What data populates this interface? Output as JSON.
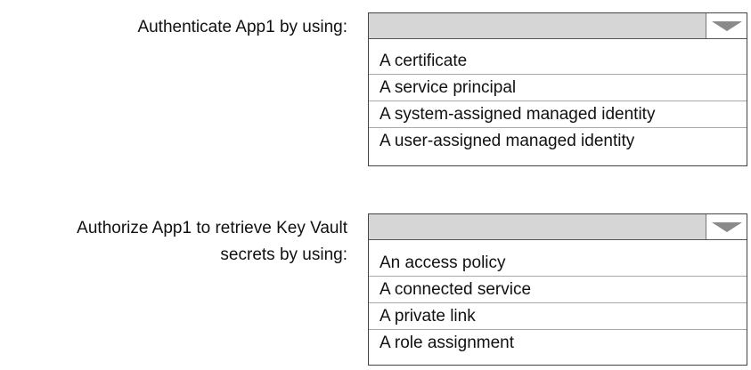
{
  "questions": [
    {
      "label_lines": [
        "Authenticate App1 by using:"
      ],
      "options": [
        "A certificate",
        "A service principal",
        "A system-assigned managed identity",
        "A user-assigned managed identity"
      ]
    },
    {
      "label_lines": [
        "Authorize App1 to retrieve Key Vault",
        "secrets by using:"
      ],
      "options": [
        "An access policy",
        "A connected service",
        "A private link",
        "A role assignment"
      ]
    }
  ]
}
